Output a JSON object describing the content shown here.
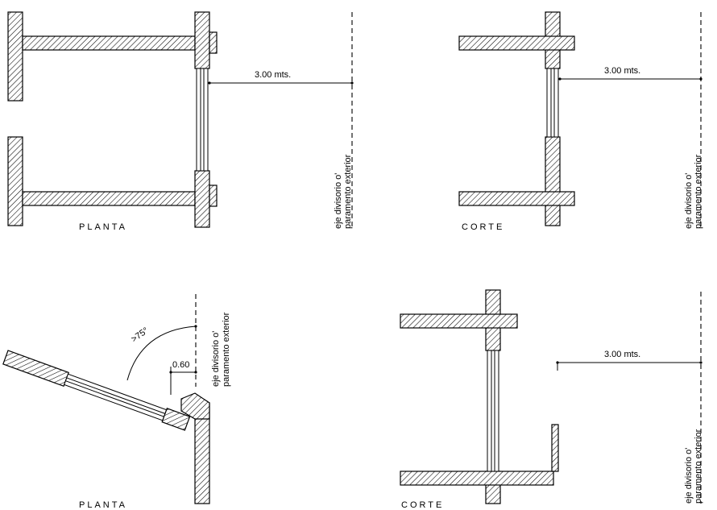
{
  "diagram": {
    "panels": [
      {
        "view_label": "PLANTA",
        "distance_label": "3.00 mts.",
        "boundary_line1": "eje divisorio o'",
        "boundary_line2": "paramento exterior"
      },
      {
        "view_label": "CORTE",
        "distance_label": "3.00 mts.",
        "boundary_line1": "eje divisorio o'",
        "boundary_line2": "paramento exterior"
      },
      {
        "view_label": "PLANTA",
        "angle_label": ">75°",
        "distance_label": "0.60",
        "boundary_line1": "eje divisorio o'",
        "boundary_line2": "paramento exterior"
      },
      {
        "view_label": "CORTE",
        "distance_label": "3.00 mts.",
        "boundary_line1": "eje divisorio o'",
        "boundary_line2": "paramento exterior"
      }
    ],
    "colors": {
      "ink": "#000000",
      "paper": "#ffffff"
    }
  }
}
